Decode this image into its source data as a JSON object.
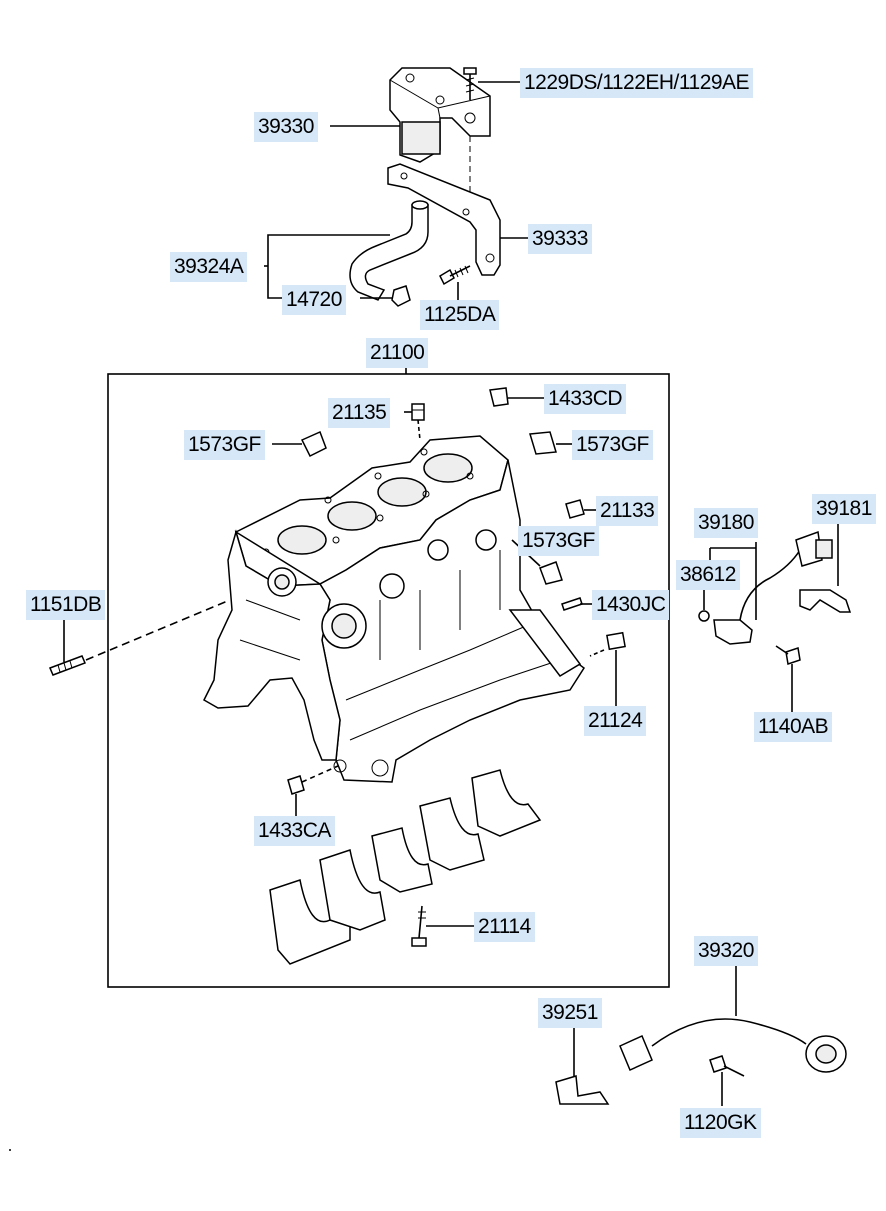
{
  "callouts": {
    "c1229": "1229DS/1122EH/1129AE",
    "c39330": "39330",
    "c39333": "39333",
    "c39324A": "39324A",
    "c14720": "14720",
    "c1125DA": "1125DA",
    "c21100": "21100",
    "c21135": "21135",
    "c1433CD": "1433CD",
    "c1573GF_a": "1573GF",
    "c1573GF_b": "1573GF",
    "c1573GF_c": "1573GF",
    "c21133": "21133",
    "c1151DB": "1151DB",
    "c1430JC": "1430JC",
    "c21124": "21124",
    "c1433CA": "1433CA",
    "c21114": "21114",
    "c39180": "39180",
    "c39181": "39181",
    "c38612": "38612",
    "c1140AB": "1140AB",
    "c39320": "39320",
    "c39251": "39251",
    "c1120GK": "1120GK"
  },
  "colors": {
    "label_bg": "#d6e7f8",
    "line": "#000000",
    "background": "#ffffff"
  }
}
